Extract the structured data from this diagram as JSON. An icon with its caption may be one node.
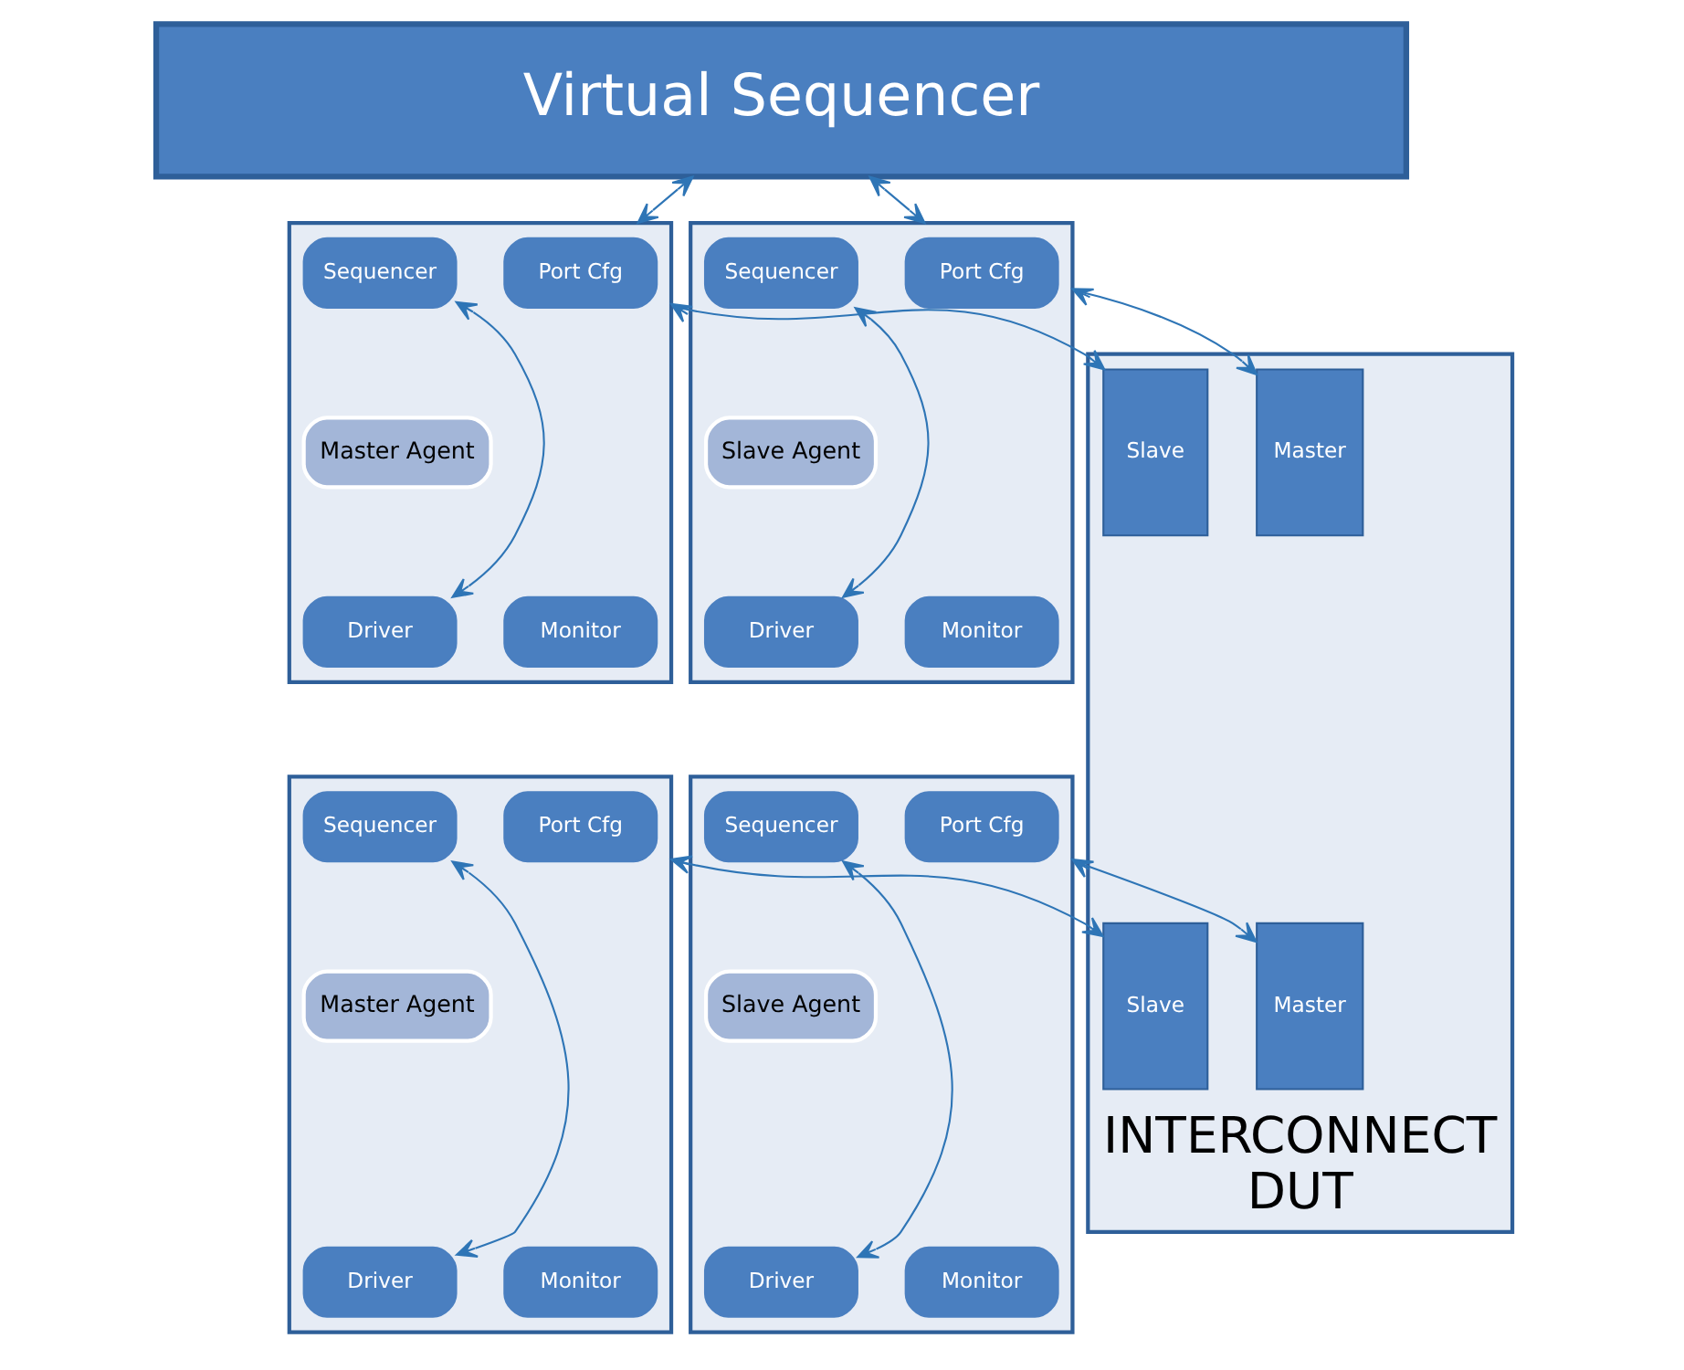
{
  "diagram": {
    "nodes": [
      {
        "text": [
          "Virtual Sequencer"
        ]
      },
      {
        "text": [],
        "shape": "box"
      },
      {
        "text": [
          "Sequencer"
        ],
        "in": 1
      },
      {
        "text": [
          "Port Cfg"
        ],
        "in": 1
      },
      {
        "text": [
          "Master Agent"
        ],
        "in": 1
      },
      {
        "text": [
          "Driver"
        ],
        "in": 1
      },
      {
        "text": [
          "Monitor"
        ],
        "in": 1
      },
      {
        "text": [
          "INTERCONNECT",
          "DUT"
        ]
      },
      {
        "text": [
          "Slave"
        ],
        "in": 7
      },
      {
        "text": [
          "Master"
        ],
        "in": 7
      },
      {
        "text": [
          "Slave"
        ],
        "in": 7
      },
      {
        "text": [
          "Master"
        ],
        "in": 7
      },
      {
        "text": [],
        "shape": "box"
      },
      {
        "text": [
          "Sequencer"
        ],
        "in": 12
      },
      {
        "text": [
          "Port Cfg"
        ],
        "in": 12
      },
      {
        "text": [
          "Slave Agent"
        ],
        "in": 12
      },
      {
        "text": [
          "Driver"
        ],
        "in": 12
      },
      {
        "text": [
          "Monitor"
        ],
        "in": 12
      },
      {
        "text": [],
        "shape": "box"
      },
      {
        "text": [
          "Sequencer"
        ],
        "in": 18
      },
      {
        "text": [
          "Port Cfg"
        ],
        "in": 18
      },
      {
        "text": [
          "Master Agent"
        ],
        "in": 18
      },
      {
        "text": [
          "Driver"
        ],
        "in": 18
      },
      {
        "text": [
          "Monitor"
        ],
        "in": 18
      },
      {
        "text": [],
        "shape": "box"
      },
      {
        "text": [
          "Sequencer"
        ],
        "in": 24
      },
      {
        "text": [
          "Port Cfg"
        ],
        "in": 24
      },
      {
        "text": [
          "Slave Agent"
        ],
        "in": 24
      },
      {
        "text": [
          "Driver"
        ],
        "in": 24
      },
      {
        "text": [
          "Monitor"
        ],
        "in": 24
      }
    ],
    "edges": [
      {
        "from": 0,
        "to": 1,
        "arrow": "both"
      },
      {
        "from": 0,
        "to": 12,
        "arrow": "both"
      },
      {
        "from": 1,
        "to": 8,
        "arrow": "both"
      },
      {
        "from": 9,
        "to": 12,
        "arrow": "both"
      },
      {
        "from": 18,
        "to": 10,
        "arrow": "both"
      },
      {
        "from": 11,
        "to": 24,
        "arrow": "both"
      },
      {
        "from": 2,
        "to": 5,
        "arrow": "both"
      },
      {
        "from": 13,
        "to": 16,
        "arrow": "both"
      },
      {
        "from": 19,
        "to": 22,
        "arrow": "both"
      },
      {
        "from": 25,
        "to": 28,
        "arrow": "both"
      }
    ]
  }
}
